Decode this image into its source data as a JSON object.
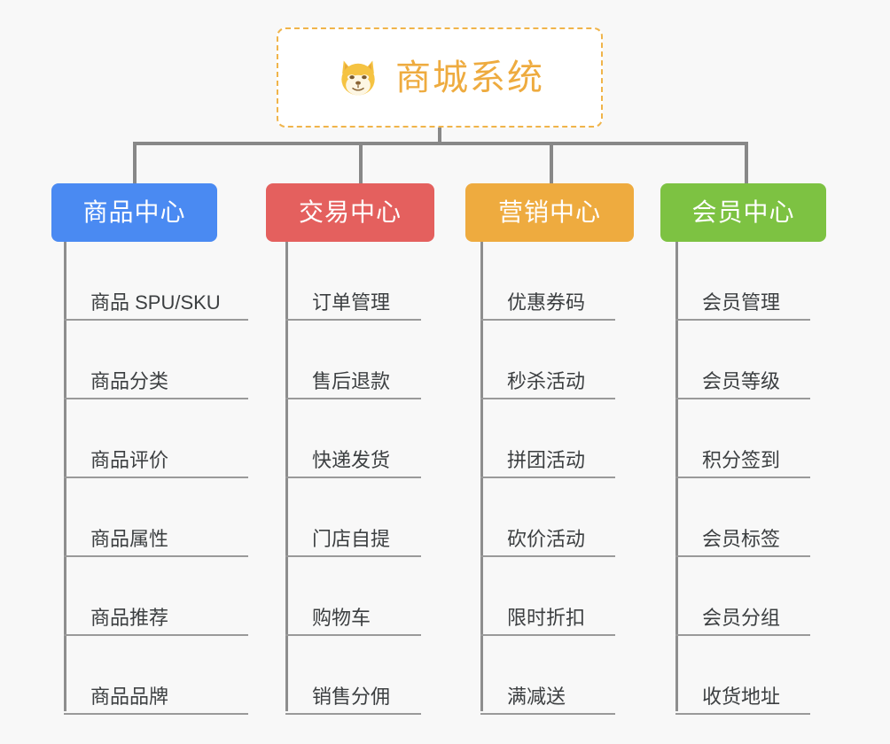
{
  "background_color": "#f8f8f8",
  "root": {
    "icon": "shiba-dog-face-emoji",
    "emoji": "🐶",
    "title": "商城系统",
    "title_color": "#eeab3f",
    "border_color": "#f0b44a",
    "background_color": "#ffffff"
  },
  "connector_color": "#888888",
  "columns": [
    {
      "id": "product-center",
      "label": "商品中心",
      "color": "#4a8af2",
      "items": [
        {
          "label": "商品 SPU/SKU"
        },
        {
          "label": "商品分类"
        },
        {
          "label": "商品评价"
        },
        {
          "label": "商品属性"
        },
        {
          "label": "商品推荐"
        },
        {
          "label": "商品品牌"
        }
      ]
    },
    {
      "id": "trade-center",
      "label": "交易中心",
      "color": "#e4605e",
      "items": [
        {
          "label": "订单管理"
        },
        {
          "label": "售后退款"
        },
        {
          "label": "快递发货"
        },
        {
          "label": "门店自提"
        },
        {
          "label": "购物车"
        },
        {
          "label": "销售分佣"
        }
      ]
    },
    {
      "id": "marketing-center",
      "label": "营销中心",
      "color": "#eeab3f",
      "items": [
        {
          "label": "优惠券码"
        },
        {
          "label": "秒杀活动"
        },
        {
          "label": "拼团活动"
        },
        {
          "label": "砍价活动"
        },
        {
          "label": "限时折扣"
        },
        {
          "label": "满减送"
        }
      ]
    },
    {
      "id": "member-center",
      "label": "会员中心",
      "color": "#7dc242",
      "items": [
        {
          "label": "会员管理"
        },
        {
          "label": "会员等级"
        },
        {
          "label": "积分签到"
        },
        {
          "label": "会员标签"
        },
        {
          "label": "会员分组"
        },
        {
          "label": "收货地址"
        }
      ]
    }
  ]
}
